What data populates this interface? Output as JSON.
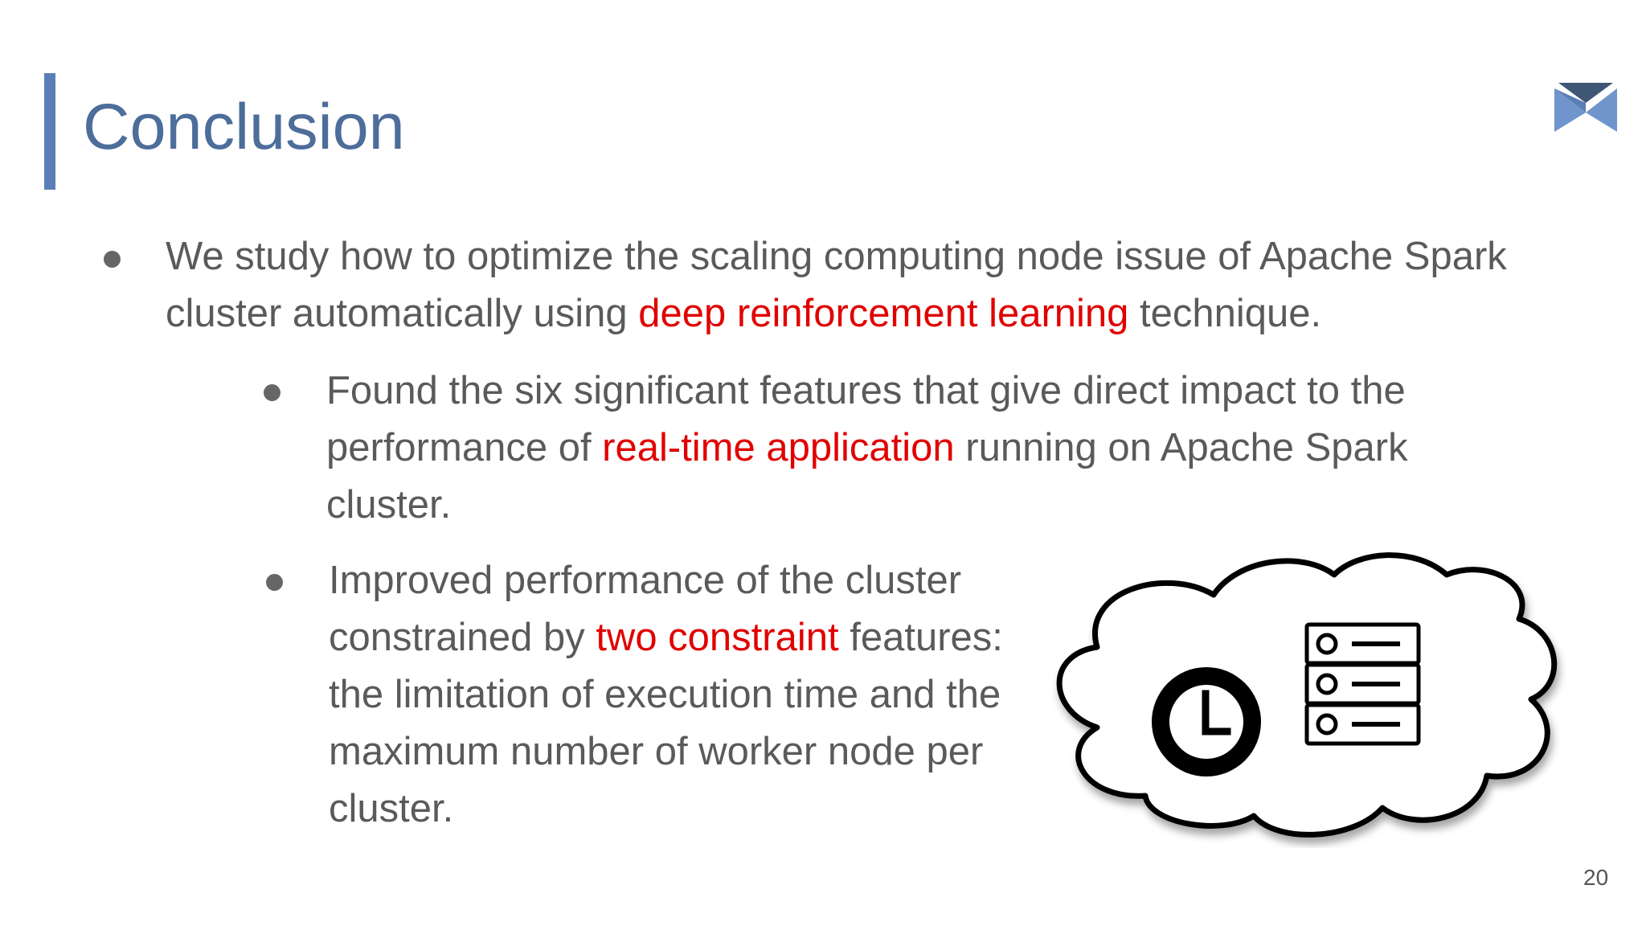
{
  "slide": {
    "title": "Conclusion",
    "page_number": "20"
  },
  "bullets": [
    {
      "before": "We study how to optimize the scaling computing node issue of Apache Spark cluster automatically using ",
      "highlight": "deep reinforcement learning",
      "after": " technique."
    },
    {
      "before": "Found the six significant features that give direct impact to the performance of ",
      "highlight": "real-time application",
      "after": " running on Apache Spark cluster."
    },
    {
      "before": "Improved performance of the cluster constrained by ",
      "highlight": "two constraint",
      "after": " features: the limitation of execution time and the maximum number of worker node per cluster."
    }
  ],
  "colors": {
    "title": "#4d6d9a",
    "accent_bar": "#5a7fb8",
    "body_text": "#5a5a5a",
    "highlight": "#e00000"
  },
  "icons": {
    "logo": "chevron-logo-icon",
    "illustration": "cloud-server-clock-icon"
  }
}
